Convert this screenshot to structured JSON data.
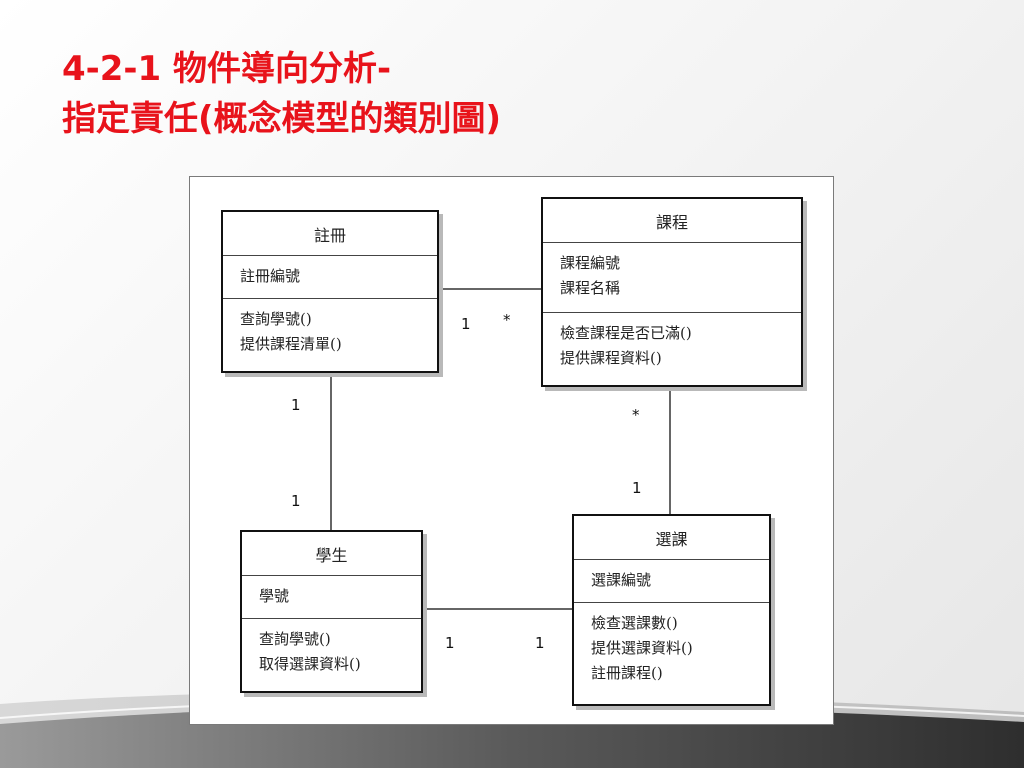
{
  "slide": {
    "title_line1": "4-2-1 物件導向分析-",
    "title_line2": "指定責任(概念模型的類別圖)"
  },
  "diagram": {
    "classes": {
      "register": {
        "name": "註冊",
        "attributes": [
          "註冊編號"
        ],
        "operations": [
          "查詢學號()",
          "提供課程清單()"
        ]
      },
      "course": {
        "name": "課程",
        "attributes": [
          "課程編號",
          "課程名稱"
        ],
        "operations": [
          "檢查課程是否已滿()",
          "提供課程資料()"
        ]
      },
      "student": {
        "name": "學生",
        "attributes": [
          "學號"
        ],
        "operations": [
          "查詢學號()",
          "取得選課資料()"
        ]
      },
      "enrollment": {
        "name": "選課",
        "attributes": [
          "選課編號"
        ],
        "operations": [
          "檢查選課數()",
          "提供選課資料()",
          "註冊課程()"
        ]
      }
    },
    "associations": {
      "register_course": {
        "register_end": "1",
        "course_end": "*"
      },
      "register_student": {
        "register_end": "1",
        "student_end": "1"
      },
      "course_enrollment": {
        "course_end": "*",
        "enrollment_end": "1"
      },
      "student_enrollment": {
        "student_end": "1",
        "enrollment_end": "1"
      }
    }
  }
}
